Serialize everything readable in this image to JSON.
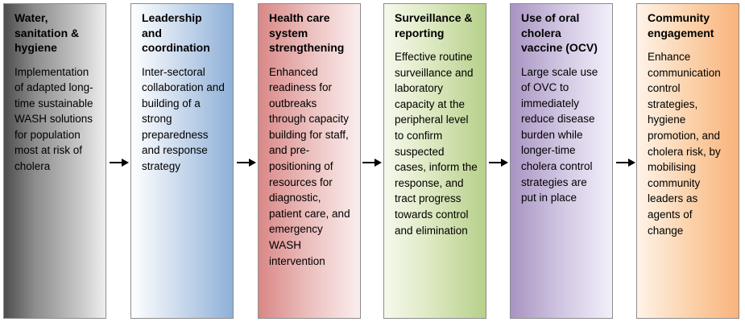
{
  "boxes": [
    {
      "title": "Water, sanitation & hygiene",
      "body": "Implementation of adapted long-time sustainable WASH solutions for population most at risk of cholera",
      "color": "#7f7f7f"
    },
    {
      "title": "Leadership and coordination",
      "body": "Inter-sectoral collaboration and building of a strong preparedness and response strategy",
      "color": "#95b3d7"
    },
    {
      "title": "Health care system strengthening",
      "body": "Enhanced readiness for outbreaks through capacity building for staff, and pre-positioning of resources for diagnostic, patient care, and emergency WASH intervention",
      "color": "#d99694"
    },
    {
      "title": "Surveillance & reporting",
      "body": "Effective routine surveillance and laboratory capacity at the peripheral level to confirm suspected cases, inform the response, and tract progress towards control and elimination",
      "color": "#c3d69b"
    },
    {
      "title": "Use of oral cholera vaccine (OCV)",
      "body": "Large scale use of OVC to immediately reduce disease burden while longer-time cholera control strategies are put in place",
      "color": "#b3a2c7"
    },
    {
      "title": "Community engagement",
      "body": "Enhance communication control strategies, hygiene promotion, and cholera risk, by mobilising community leaders as agents of change",
      "color": "#fac090"
    }
  ]
}
